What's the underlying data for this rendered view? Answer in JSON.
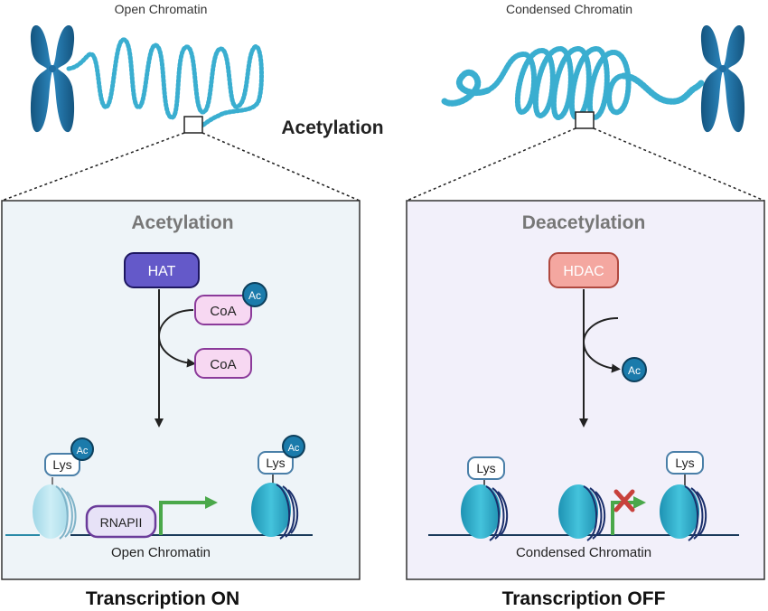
{
  "top": {
    "left_label": "Open Chromatin",
    "right_label": "Condensed Chromatin",
    "center_label": "Acetylation"
  },
  "left_panel": {
    "title": "Acetylation",
    "enzyme": "HAT",
    "coa_in": "CoA",
    "coa_out": "CoA",
    "ac": "Ac",
    "lys": "Lys",
    "polymerase": "RNAPII",
    "caption": "Open Chromatin",
    "footer": "Transcription ON",
    "bg_color": "#eef4f8"
  },
  "right_panel": {
    "title": "Deacetylation",
    "enzyme": "HDAC",
    "ac": "Ac",
    "lys": "Lys",
    "caption": "Condensed Chromatin",
    "footer": "Transcription OFF",
    "bg_color": "#f2f0fa"
  },
  "colors": {
    "chromosome": "#1f6ea3",
    "dna_dots": "#3aaed0",
    "nucleosome": "#2cb0cc",
    "hat_fill": "#6459c9",
    "hdac_fill": "#f4a7a0",
    "coa_fill": "#f7d8f2",
    "coa_stroke": "#8b3a9a",
    "ac_fill": "#1b7bab",
    "arrow_green": "#4aa84a",
    "block_red": "#c8413c"
  }
}
